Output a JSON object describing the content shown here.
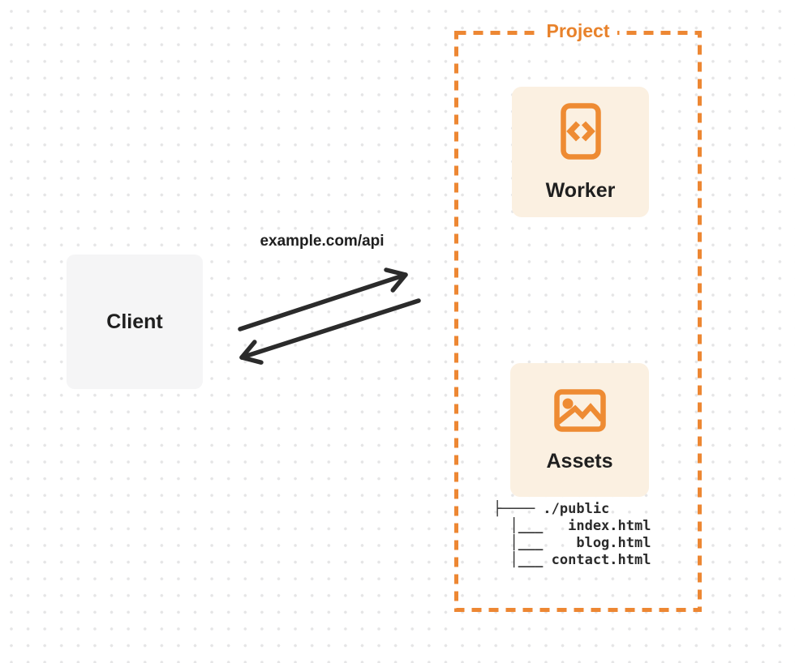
{
  "project": {
    "label": "Project"
  },
  "nodes": {
    "client": {
      "label": "Client"
    },
    "worker": {
      "label": "Worker",
      "icon": "code-icon"
    },
    "assets": {
      "label": "Assets",
      "icon": "image-icon"
    }
  },
  "connection": {
    "label": "example.com/api"
  },
  "file_tree": {
    "root": "./public",
    "files": [
      "index.html",
      "blog.html",
      "contact.html"
    ],
    "text": "├──── ./public\n  │___   index.html\n  │___    blog.html\n  │___ contact.html"
  },
  "colors": {
    "accent_orange": "#ED8733",
    "card_background": "#FBF0E1",
    "client_background": "#F5F5F6",
    "arrow_dark": "#2B2B2B",
    "text_dark": "#1F1F1F",
    "grid_dot": "#E5E5E6",
    "background": "#FFFFFF"
  }
}
